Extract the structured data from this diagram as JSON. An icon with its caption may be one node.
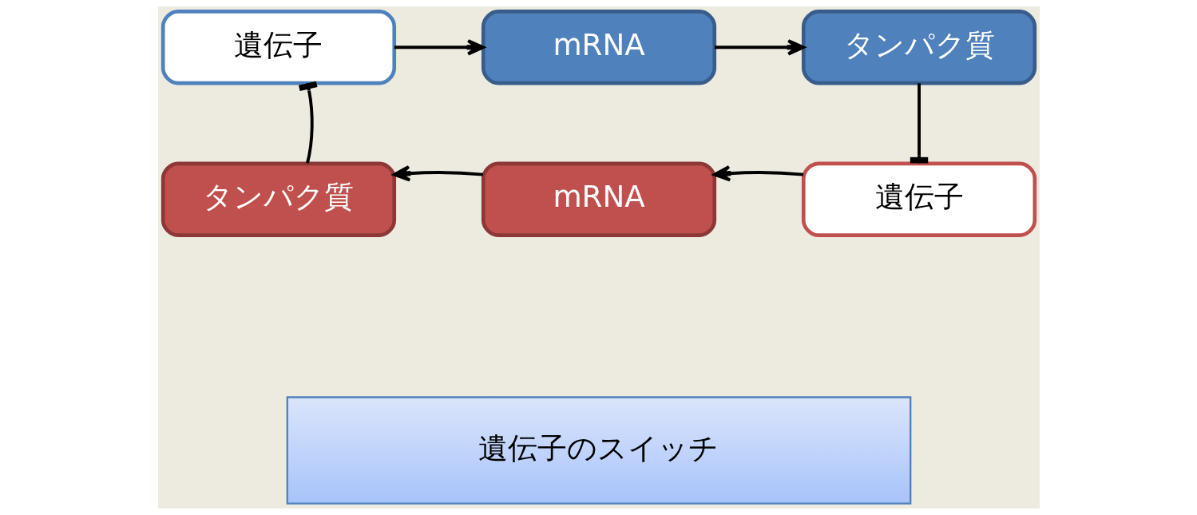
{
  "diagram": {
    "nodes": [
      {
        "text": [
          "遺伝子"
        ]
      },
      {
        "text": [
          "mRNA"
        ]
      },
      {
        "text": [
          "タンパク質"
        ]
      },
      {
        "text": [
          "タンパク質"
        ]
      },
      {
        "text": [
          "mRNA"
        ]
      },
      {
        "text": [
          "遺伝子"
        ]
      },
      {
        "text": [
          "遺伝子のスイッチ"
        ]
      }
    ],
    "edges": [
      {
        "from": 0,
        "to": 1,
        "arrow": "to"
      },
      {
        "from": 1,
        "to": 2,
        "arrow": "to"
      },
      {
        "from": 2,
        "to": 5,
        "arrow": "other"
      },
      {
        "from": 5,
        "to": 4,
        "arrow": "to"
      },
      {
        "from": 4,
        "to": 3,
        "arrow": "to"
      },
      {
        "from": 3,
        "to": 0,
        "arrow": "other"
      }
    ]
  }
}
